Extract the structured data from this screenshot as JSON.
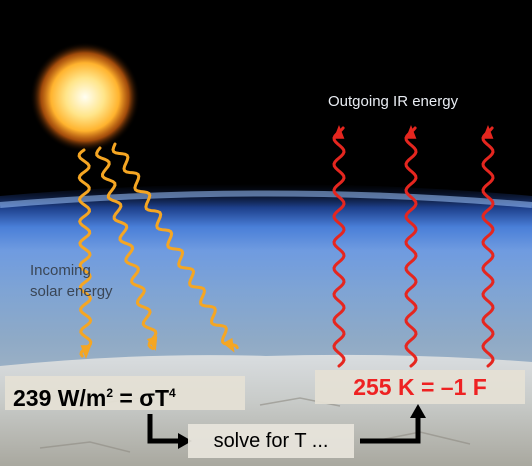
{
  "labels": {
    "outgoing": "Outgoing IR energy",
    "incoming_line1": "Incoming",
    "incoming_line2": "solar energy"
  },
  "equation": {
    "lhs": "239 W/m",
    "exponent_lhs": "2",
    "middle": " = σT",
    "exponent_rhs": "4"
  },
  "result": "255 K = –1 F",
  "solve_label": "solve for T ...",
  "colors": {
    "space": "#000000",
    "sun": "#ffcc55",
    "incoming_rays": "#f5a623",
    "outgoing_rays": "#e5261f",
    "result_text": "#ee2222"
  }
}
